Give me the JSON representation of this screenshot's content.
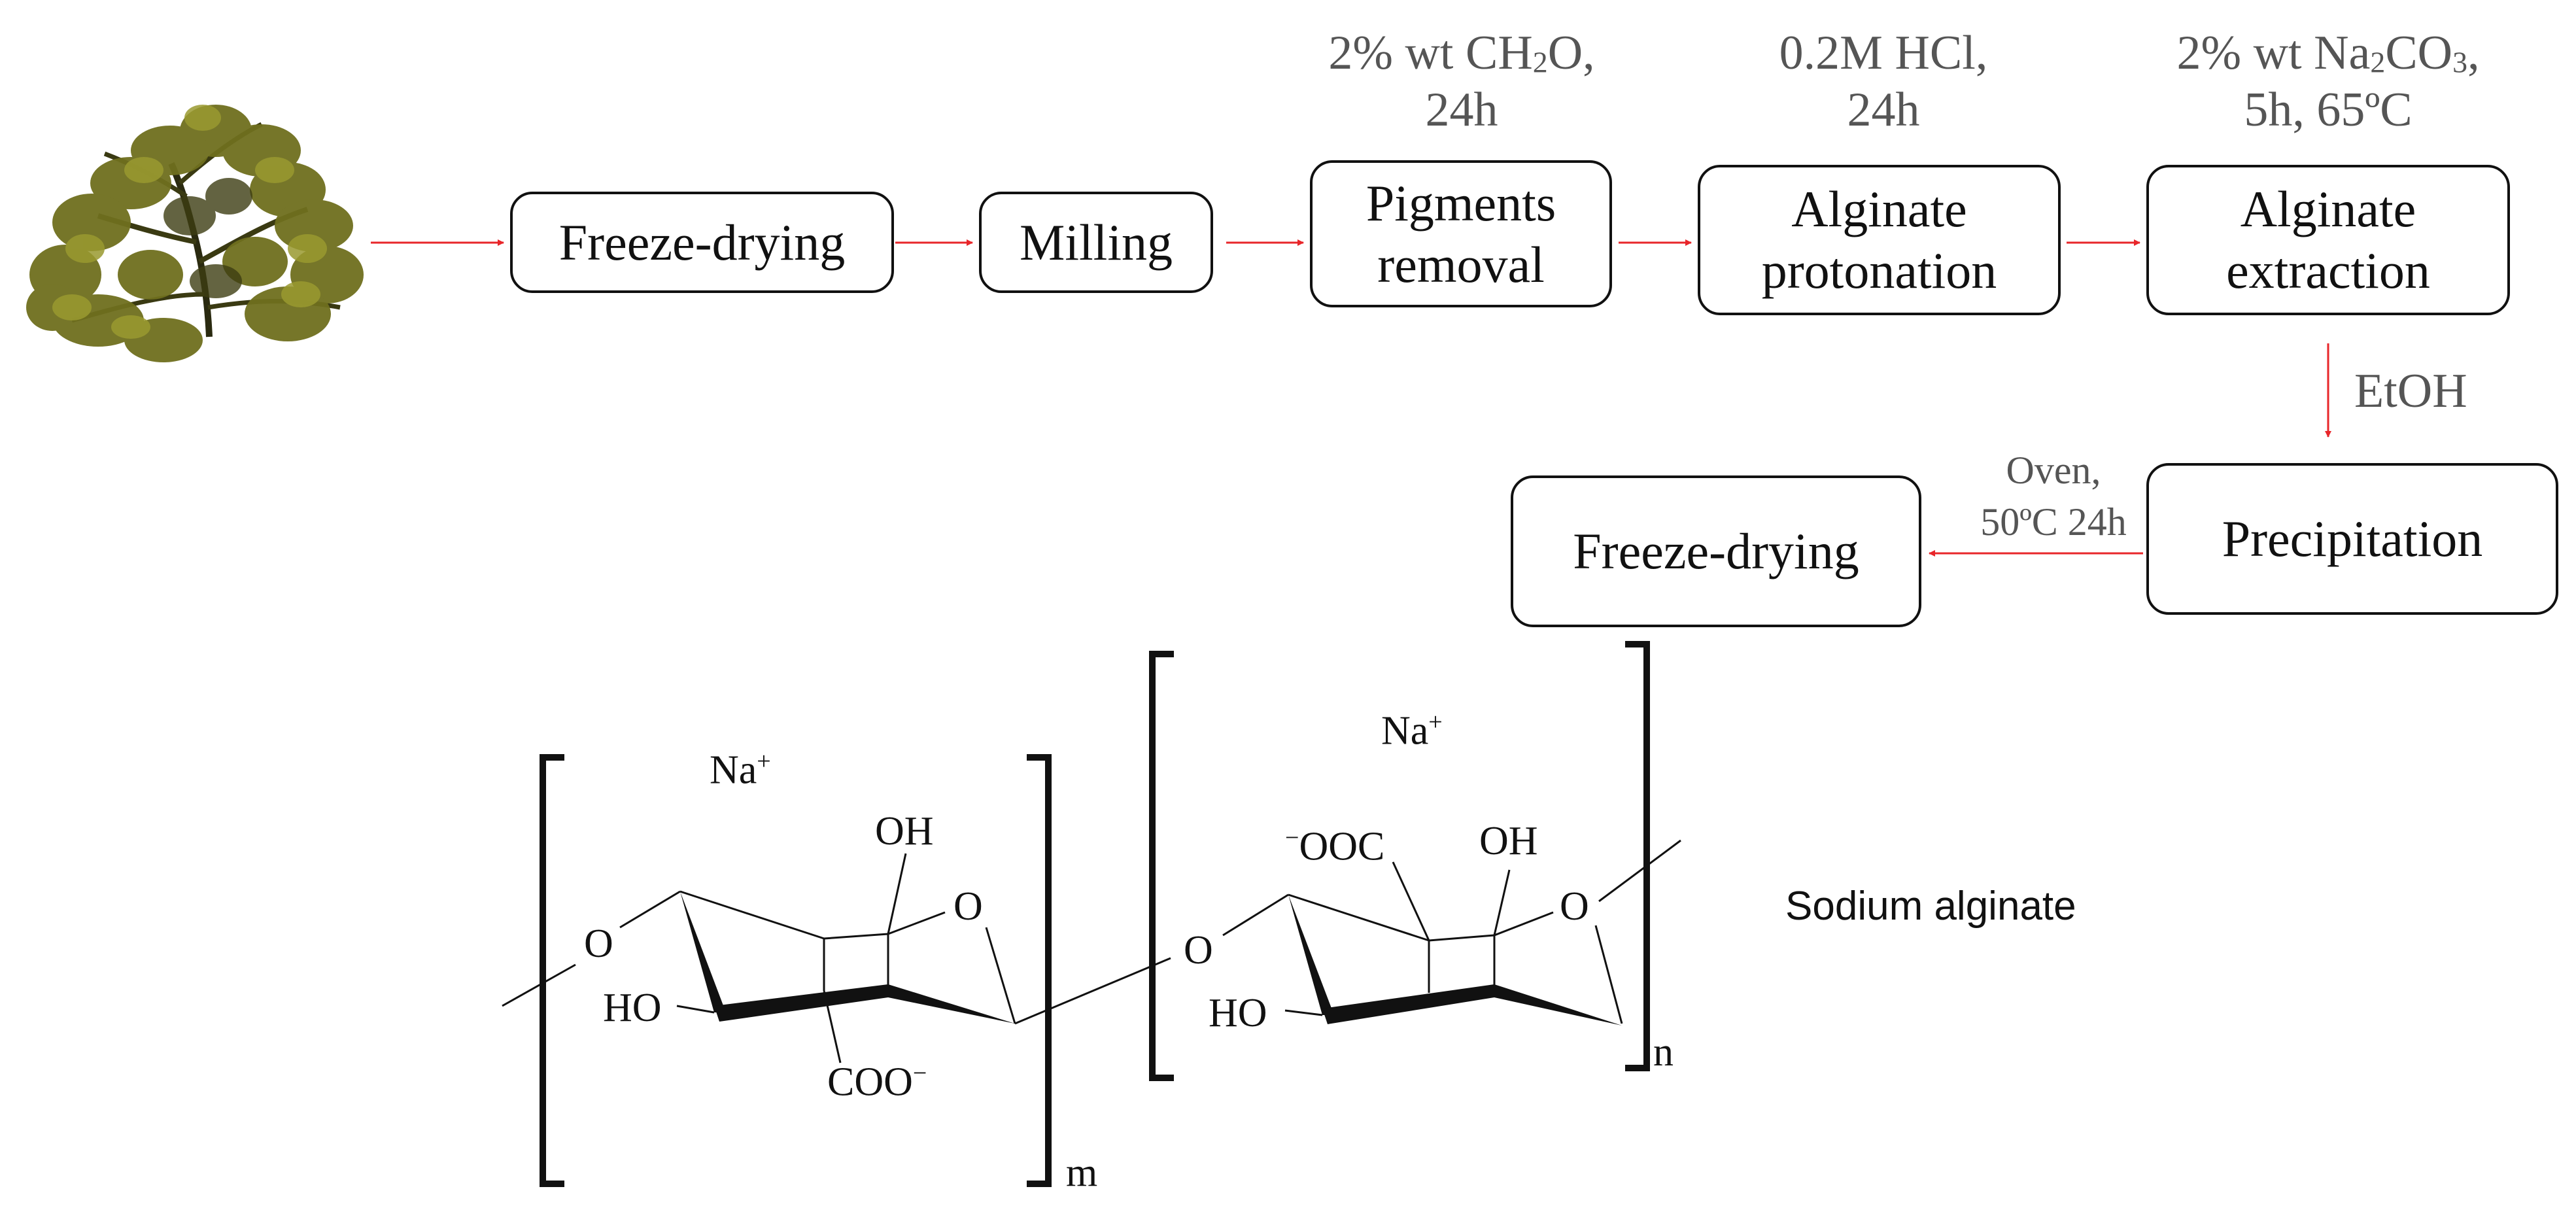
{
  "flow": {
    "step_freeze_drying_1": "Freeze-drying",
    "step_milling": "Milling",
    "step_pigments_line1": "Pigments",
    "step_pigments_line2": "removal",
    "step_protonation_line1": "Alginate",
    "step_protonation_line2": "protonation",
    "step_extraction_line1": "Alginate",
    "step_extraction_line2": "extraction",
    "step_precipitation": "Precipitation",
    "step_freeze_drying_2": "Freeze-drying"
  },
  "conditions": {
    "pigments_line1_prefix": "2% wt CH",
    "pigments_line1_sub": "2",
    "pigments_line1_suffix": "O,",
    "pigments_line2": "24h",
    "protonation_line1": "0.2M HCl,",
    "protonation_line2": "24h",
    "extraction_line1_prefix": "2% wt Na",
    "extraction_line1_sub1": "2",
    "extraction_line1_mid": "CO",
    "extraction_line1_sub2": "3",
    "extraction_line1_suffix": ",",
    "extraction_line2": "5h, 65ºC",
    "precipitation_reagent": "EtOH",
    "drying_line1": "Oven,",
    "drying_line2": "50ºC 24h"
  },
  "structure": {
    "unit1_cation": "Na",
    "unit1_cation_charge": "+",
    "unit1_oh": "OH",
    "unit1_ring_o": "O",
    "unit1_link_o": "O",
    "unit1_ho": "HO",
    "unit1_coo": "COO",
    "unit1_coo_charge": "−",
    "unit1_subscript": "m",
    "bridge_o": "O",
    "unit2_cation": "Na",
    "unit2_cation_charge": "+",
    "unit2_ooc_charge": "−",
    "unit2_ooc": "OOC",
    "unit2_oh": "OH",
    "unit2_ring_o": "O",
    "unit2_ho": "HO",
    "unit2_subscript": "n",
    "name": "Sodium alginate"
  },
  "colors": {
    "arrow": "#e8262a",
    "border": "#111111",
    "condition_text": "#555555",
    "seaweed_dark": "#4a4a14",
    "seaweed_light": "#8a8a2a"
  },
  "icons": {
    "seaweed": "seaweed-illustration"
  }
}
